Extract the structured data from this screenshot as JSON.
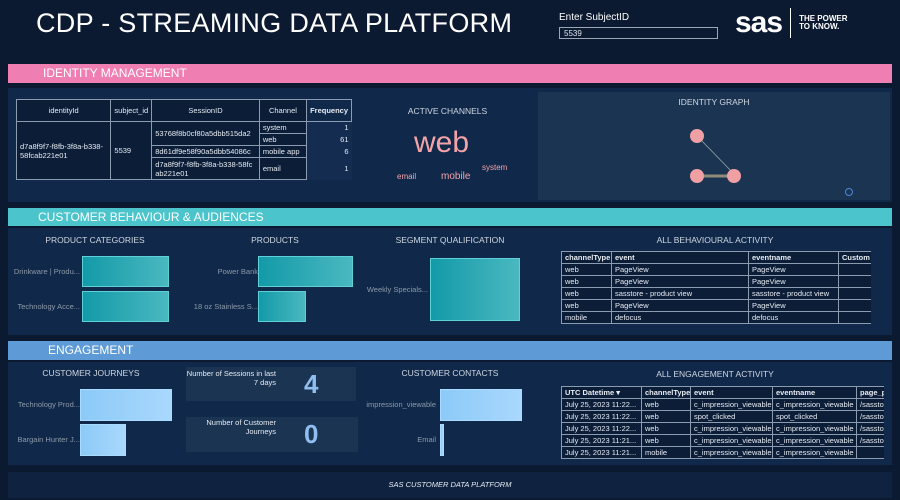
{
  "header": {
    "title": "CDP - STREAMING DATA PLATFORM",
    "subject_label": "Enter SubjectID",
    "subject_value": "5539",
    "logo_text": "sas",
    "tagline": "THE POWER TO KNOW."
  },
  "sections": {
    "identity": "IDENTITY MANAGEMENT",
    "behaviour": "CUSTOMER BEHAVIOUR & AUDIENCES",
    "engagement": "ENGAGEMENT"
  },
  "identity_table": {
    "headers": [
      "identityId",
      "subject_id",
      "SessionID",
      "Channel",
      "Frequency"
    ],
    "identity_id": "d7a8f9f7-f8fb-3f8a-b338-58fcab221e01",
    "subject_id": "5539",
    "sessions": [
      "53768f8b0cf80a5dbb515da2",
      "8d61df9e58f90a5dbb54086c",
      "d7a8f9f7-f8fb-3f8a-b338-58fcab221e01"
    ],
    "channels": [
      "system",
      "web",
      "mobile app",
      "email"
    ],
    "frequency": [
      "1",
      "61",
      "6",
      "1"
    ]
  },
  "active_channels": {
    "title": "ACTIVE CHANNELS",
    "words": [
      "web",
      "email",
      "mobile",
      "system"
    ]
  },
  "identity_graph": {
    "title": "IDENTITY GRAPH",
    "nodes": 3
  },
  "product_categories": {
    "title": "PRODUCT CATEGORIES",
    "items": [
      {
        "label": "Drinkware | Produ...",
        "value": 1
      },
      {
        "label": "Technology Acce...",
        "value": 1
      }
    ]
  },
  "products": {
    "title": "PRODUCTS",
    "items": [
      {
        "label": "Power Bank",
        "value": 2
      },
      {
        "label": "18 oz Stainless S...",
        "value": 1
      }
    ]
  },
  "segments": {
    "title": "SEGMENT QUALIFICATION",
    "items": [
      {
        "label": "Weekly Specials...",
        "value": 1
      }
    ]
  },
  "behaviour_activity": {
    "title": "ALL BEHAVIOURAL ACTIVITY",
    "headers": [
      "channelType",
      "event",
      "eventname",
      "Custom"
    ],
    "rows": [
      [
        "web",
        "PageView",
        "PageView",
        ""
      ],
      [
        "web",
        "PageView",
        "PageView",
        ""
      ],
      [
        "web",
        "sasstore - product view",
        "sasstore - product view",
        ""
      ],
      [
        "web",
        "PageView",
        "PageView",
        ""
      ],
      [
        "mobile",
        "defocus",
        "defocus",
        ""
      ]
    ]
  },
  "customer_journeys": {
    "title": "CUSTOMER JOURNEYS",
    "items": [
      {
        "label": "Technology Prod...",
        "value": 2
      },
      {
        "label": "Bargain Hunter J...",
        "value": 1
      }
    ]
  },
  "kpis": [
    {
      "label": "Number of Sessions in last 7 days",
      "value": "4"
    },
    {
      "label": "Number of Customer Journeys",
      "value": "0"
    }
  ],
  "customer_contacts": {
    "title": "CUSTOMER CONTACTS",
    "items": [
      {
        "label": "impression_viewable",
        "value": 20
      },
      {
        "label": "Email",
        "value": 1
      }
    ]
  },
  "engagement_activity": {
    "title": "ALL ENGAGEMENT ACTIVITY",
    "headers": [
      "UTC Datetime ▾",
      "channelType",
      "event",
      "eventname",
      "page_p"
    ],
    "rows": [
      [
        "July 25, 2023 11:22...",
        "web",
        "c_impression_viewable",
        "c_impression_viewable",
        "/sasstor"
      ],
      [
        "July 25, 2023 11:22...",
        "web",
        "spot_clicked",
        "spot_clicked",
        "/sasstor"
      ],
      [
        "July 25, 2023 11:22...",
        "web",
        "c_impression_viewable",
        "c_impression_viewable",
        "/sasstor"
      ],
      [
        "July 25, 2023 11:21...",
        "web",
        "c_impression_viewable",
        "c_impression_viewable",
        "/sasstor"
      ],
      [
        "July 25, 2023 11:21...",
        "mobile",
        "c_impression_viewable",
        "c_impression_viewable",
        ""
      ]
    ]
  },
  "footer": "SAS CUSTOMER DATA PLATFORM",
  "colors": {
    "pink": "#ef7fb2",
    "teal": "#4cc4cb",
    "blue": "#5d9ad6",
    "node": "#f0a0a4"
  }
}
